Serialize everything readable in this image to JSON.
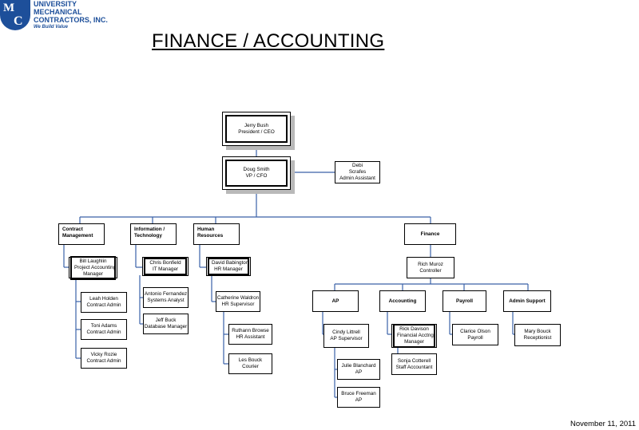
{
  "logo": {
    "line1": "UNIVERSITY",
    "line2": "MECHANICAL",
    "line3": "CONTRACTORS, INC.",
    "tagline": "We Build Value",
    "mark_m": "M",
    "mark_c": "C",
    "brand_color": "#1d4f9a"
  },
  "title": "FINANCE / ACCOUNTING",
  "date": "November 11, 2011",
  "org": {
    "ceo": {
      "name": "Jerry Bush",
      "role": "President / CEO"
    },
    "cfo": {
      "name": "Doug Smith",
      "role": "VP / CFO"
    },
    "assistant": {
      "name": "Debi",
      "name2": "Scrafes",
      "role": "Admin Assistant"
    },
    "departments": {
      "contract_mgmt": {
        "line1": "Contract",
        "line2": "Management"
      },
      "it": {
        "line1": "Information /",
        "line2": "Technology"
      },
      "hr": {
        "line1": "Human",
        "line2": "Resources"
      },
      "finance": {
        "line1": "Finance"
      }
    },
    "contract_manager": {
      "name": "Bill Laughlin",
      "role": "Project Accounting",
      "role2": "Manager"
    },
    "contract_admins": [
      {
        "name": "Leah Holden",
        "role": "Contract Admin"
      },
      {
        "name": "Toni Adams",
        "role": "Contract Admin"
      },
      {
        "name": "Vicky Rozie",
        "role": "Contract Admin"
      }
    ],
    "it_manager": {
      "name": "Chris Bonfield",
      "role": "IT Manager"
    },
    "it_staff": [
      {
        "name": "Antonio Fernandez",
        "role": "Systems Analyst"
      },
      {
        "name": "Jeff Buck",
        "role": "Database Manager"
      }
    ],
    "hr_manager": {
      "name": "David Babington",
      "role": "HR Manager"
    },
    "hr_supervisor": {
      "name": "Catherine Waldron",
      "role": "HR Supervisor"
    },
    "hr_staff": [
      {
        "name": "Ruthann Browse",
        "role": "HR Assistant"
      },
      {
        "name": "Les Bouck",
        "role": "Courier"
      }
    ],
    "controller": {
      "name": "Rich Muroz",
      "role": "Controller"
    },
    "finance_groups": {
      "ap": "AP",
      "accounting": "Accounting",
      "payroll": "Payroll",
      "admin_support": "Admin Support"
    },
    "ap_supervisor": {
      "name": "Cindy Littrell",
      "role": "AP Supervisor"
    },
    "ap_staff": [
      {
        "name": "Julie Blanchard",
        "role": "AP"
      },
      {
        "name": "Bruce Freeman",
        "role": "AP"
      }
    ],
    "accounting_manager": {
      "name": "Rick Davison",
      "role": "Financial Acctng",
      "role2": "Manager"
    },
    "staff_accountant": {
      "name": "Sonja Cotterell",
      "role": "Staff Accountant"
    },
    "payroll_staff": {
      "name": "Clarice Olson",
      "role": "Payroll"
    },
    "receptionist": {
      "name": "Mary Bouck",
      "role": "Receptionist"
    }
  },
  "colors": {
    "connector": "#3a62a8",
    "shadow": "#b9b9b9"
  }
}
